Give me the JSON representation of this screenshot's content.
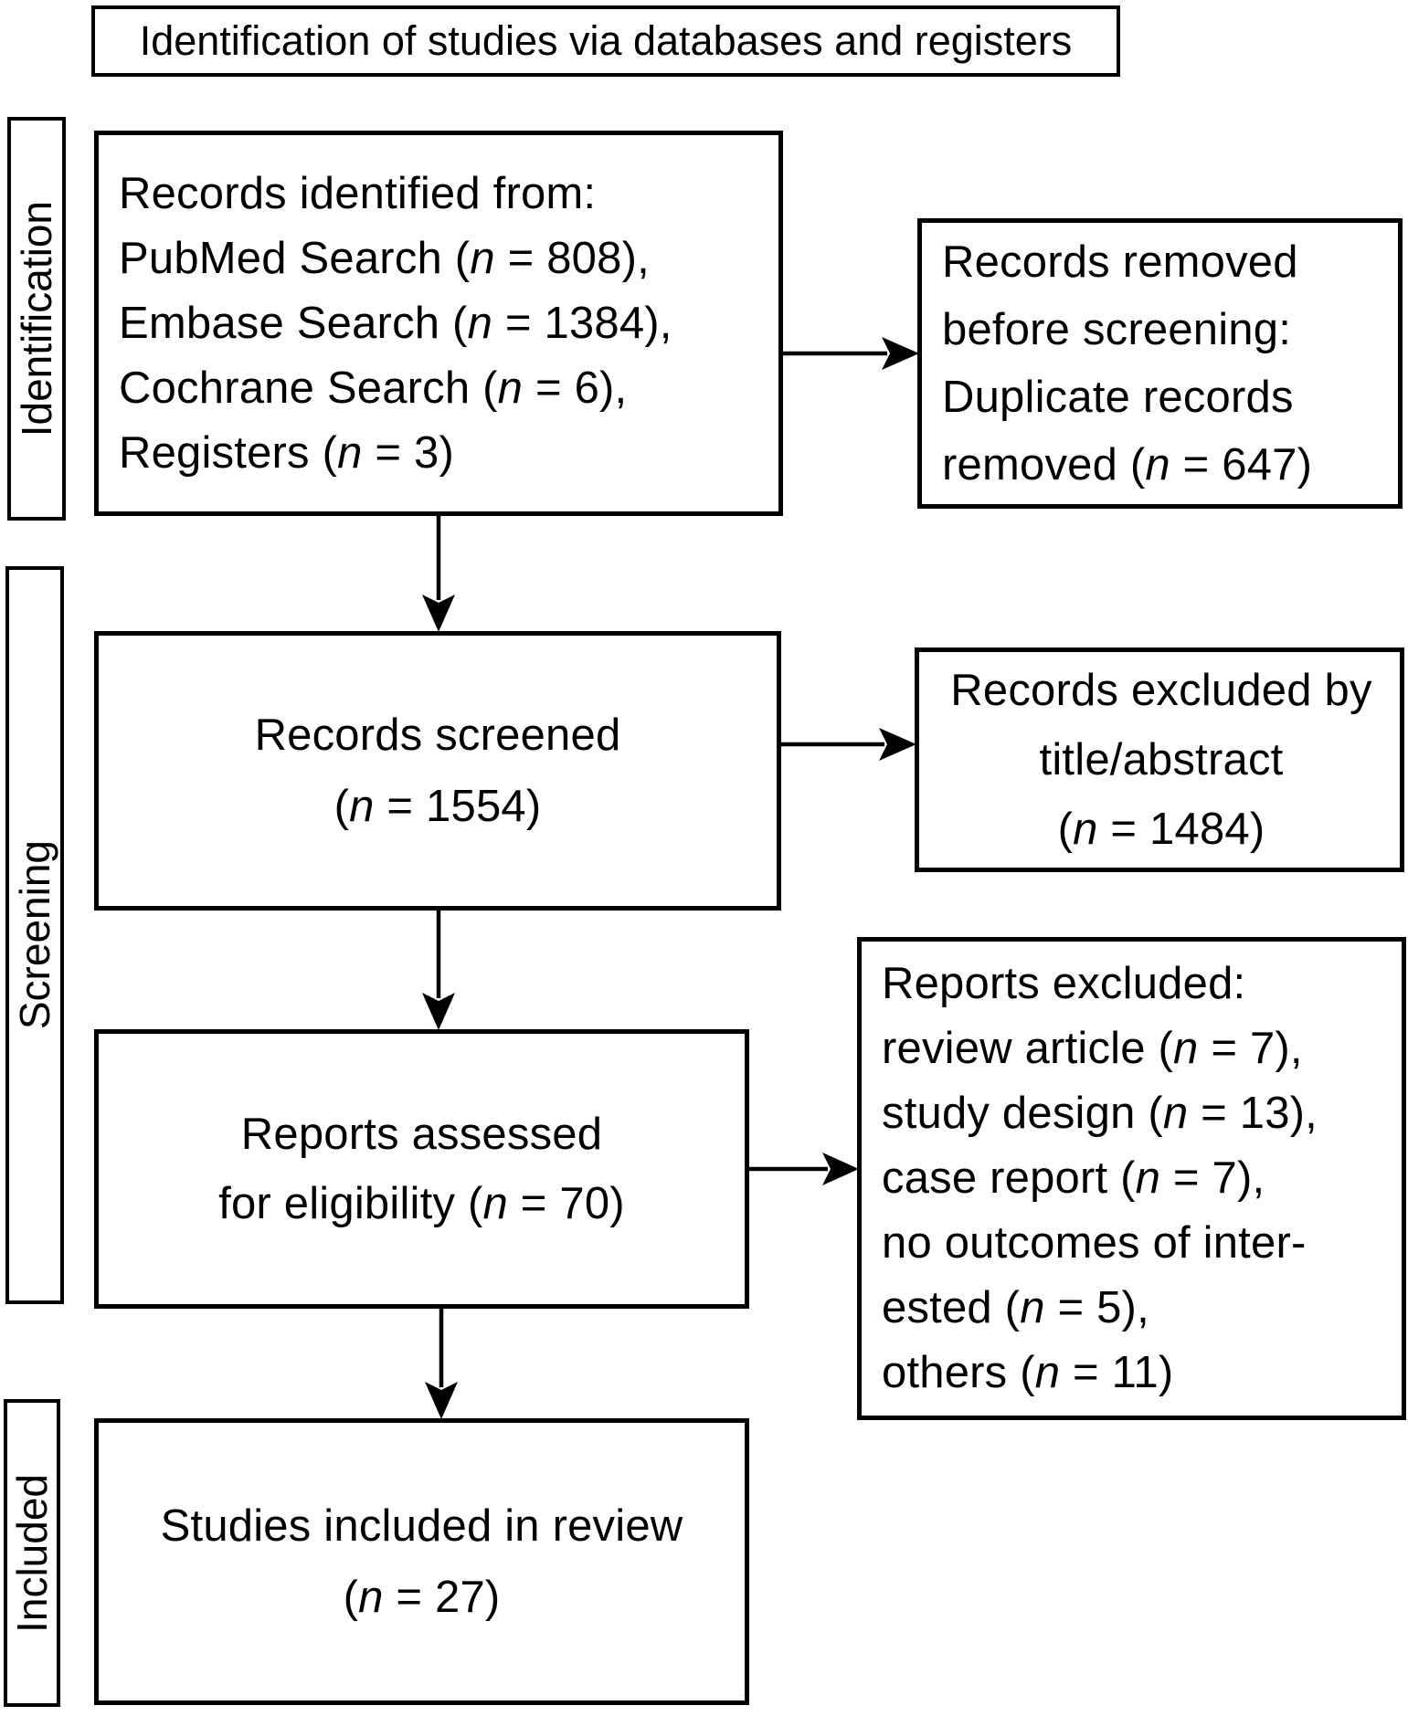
{
  "title": "Identification of studies via databases and registers",
  "stage_labels": [
    {
      "label": "Identification"
    },
    {
      "label": "Screening"
    },
    {
      "label": "Included"
    }
  ],
  "boxes": {
    "records_identified": {
      "lines": [
        "Records identified from:",
        "PubMed Search (n = 808),",
        "Embase Search (n = 1384),",
        "Cochrane Search (n = 6),",
        "Registers (n = 3)"
      ]
    },
    "records_removed": {
      "lines": [
        "Records removed",
        "before screening:",
        "Duplicate records",
        "removed (n = 647)"
      ]
    },
    "records_screened": {
      "lines": [
        "Records screened",
        "(n = 1554)"
      ]
    },
    "records_excluded": {
      "lines": [
        "Records excluded by",
        "title/abstract",
        "(n = 1484)"
      ]
    },
    "reports_assessed": {
      "lines": [
        "Reports assessed",
        "for eligibility (n = 70)"
      ]
    },
    "reports_excluded": {
      "lines": [
        "Reports excluded:",
        "review article (n = 7),",
        "study design (n = 13),",
        "case report (n = 7),",
        "no outcomes of inter-",
        "ested (n = 5),",
        "others (n = 11)"
      ]
    },
    "studies_included": {
      "lines": [
        "Studies included in review",
        "(n = 27)"
      ]
    }
  },
  "colors": {
    "ink": "#000000",
    "background": "#ffffff"
  }
}
